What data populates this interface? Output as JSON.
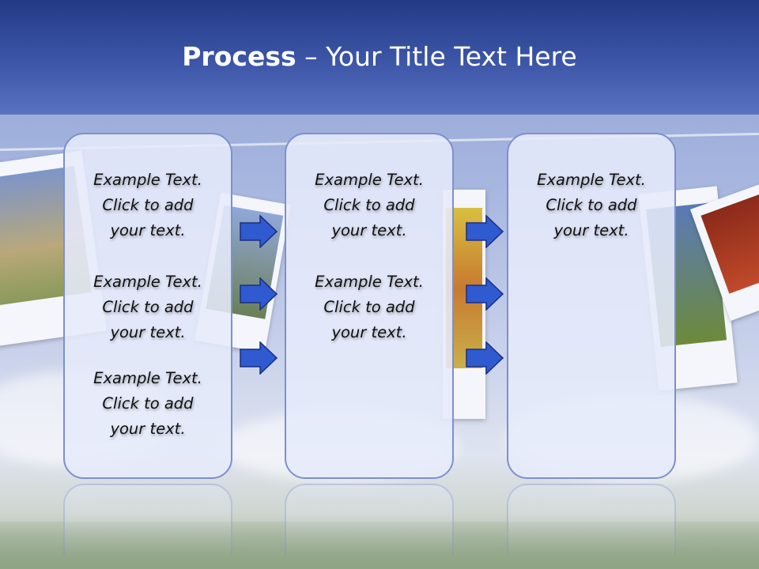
{
  "title": {
    "bold": "Process",
    "rest": " – Your Title Text Here"
  },
  "panels": [
    {
      "blocks": [
        {
          "line1": "Example Text.",
          "line2": "Click  to add",
          "line3": "your text."
        },
        {
          "line1": "Example Text.",
          "line2": "Click  to add",
          "line3": "your text."
        },
        {
          "line1": "Example Text.",
          "line2": "Click  to add",
          "line3": "your text."
        }
      ]
    },
    {
      "blocks": [
        {
          "line1": "Example Text.",
          "line2": "Click  to add",
          "line3": "your text."
        },
        {
          "line1": "Example Text.",
          "line2": "Click  to add",
          "line3": "your text."
        }
      ]
    },
    {
      "blocks": [
        {
          "line1": "Example Text.",
          "line2": "Click  to add",
          "line3": "your text."
        }
      ]
    }
  ],
  "colors": {
    "header": "#2f4a9e",
    "panel_border": "#7e8fcf",
    "arrow_fill": "#2f5ad0",
    "arrow_stroke": "#1a2e80"
  },
  "icons": {
    "arrow": "right-arrow-icon"
  }
}
